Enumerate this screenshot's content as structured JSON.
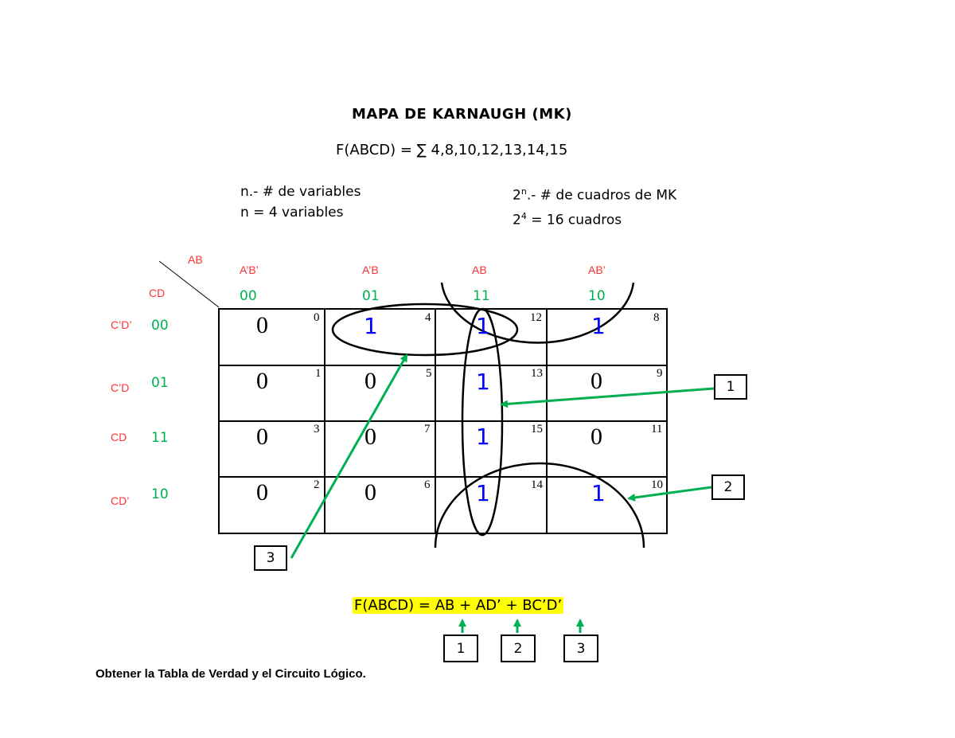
{
  "header": {
    "title": "MAPA DE KARNAUGH (MK)",
    "function": "F(ABCD) = ∑ 4,8,10,12,13,14,15"
  },
  "info": {
    "left_line1": "n.- # de variables",
    "left_line2": "n = 4 variables",
    "right_line1_base": "2",
    "right_line1_sup": "n",
    "right_line1_rest": ".- # de cuadros de MK",
    "right_line2_base": "2",
    "right_line2_sup": "4",
    "right_line2_rest": " =  16 cuadros"
  },
  "map": {
    "corner_top": "AB",
    "corner_left": "CD",
    "columns": [
      {
        "label": "A’B’",
        "code": "00"
      },
      {
        "label": "A’B",
        "code": "01"
      },
      {
        "label": "AB",
        "code": "11"
      },
      {
        "label": "AB’",
        "code": "10"
      }
    ],
    "rows": [
      {
        "label": "C’D’",
        "code": "00"
      },
      {
        "label": "C’D",
        "code": "01"
      },
      {
        "label": "CD",
        "code": "11"
      },
      {
        "label": "CD’",
        "code": "10"
      }
    ],
    "cells": [
      [
        {
          "value": "0",
          "index": "0"
        },
        {
          "value": "1",
          "index": "4"
        },
        {
          "value": "1",
          "index": "12"
        },
        {
          "value": "1",
          "index": "8"
        }
      ],
      [
        {
          "value": "0",
          "index": "1"
        },
        {
          "value": "0",
          "index": "5"
        },
        {
          "value": "1",
          "index": "13"
        },
        {
          "value": "0",
          "index": "9"
        }
      ],
      [
        {
          "value": "0",
          "index": "3"
        },
        {
          "value": "0",
          "index": "7"
        },
        {
          "value": "1",
          "index": "15"
        },
        {
          "value": "0",
          "index": "11"
        }
      ],
      [
        {
          "value": "0",
          "index": "2"
        },
        {
          "value": "0",
          "index": "6"
        },
        {
          "value": "1",
          "index": "14"
        },
        {
          "value": "1",
          "index": "10"
        }
      ]
    ]
  },
  "callouts": {
    "box1": "1",
    "box2": "2",
    "box3": "3"
  },
  "result": {
    "expression": "F(ABCD) = AB + AD’ + BC’D’",
    "term_boxes": [
      "1",
      "2",
      "3"
    ]
  },
  "footer": "Obtener la Tabla de Verdad y el Circuito Lógico.",
  "colors": {
    "label_red": "#ff3333",
    "code_green": "#00b050",
    "one_blue": "#0000ff",
    "arrow_green": "#00b050",
    "highlight": "#ffff00"
  }
}
